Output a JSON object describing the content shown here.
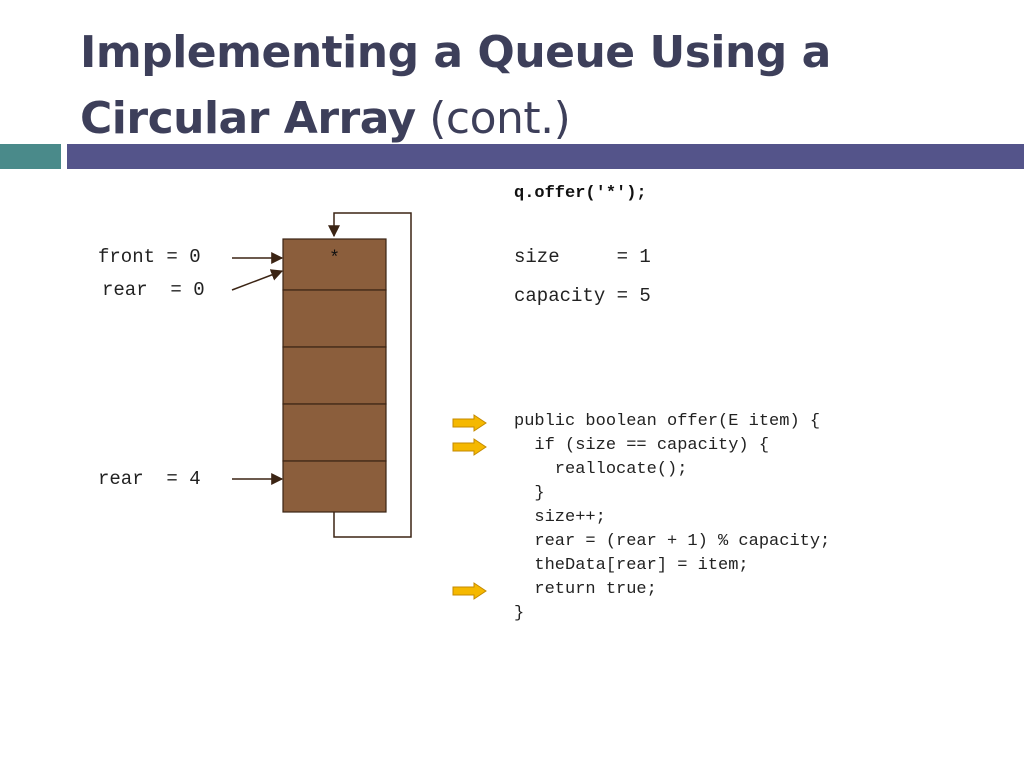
{
  "slide": {
    "title_bold_line1": "Implementing a Queue Using a",
    "title_bold_line2": "Circular Array",
    "title_normal": " (cont.)"
  },
  "colors": {
    "title": "#3d3f5a",
    "bar_left": "#4a8a8a",
    "bar_right": "#54548a",
    "cell_fill": "#8b5e3c",
    "cell_stroke": "#3b2414",
    "pointer_arrow": "#3b2414",
    "indicator_arrow": "#f5b800",
    "indicator_stroke": "#c48a00"
  },
  "array": {
    "capacity": 5,
    "cells": [
      "*",
      "",
      "",
      "",
      ""
    ]
  },
  "labels": {
    "front": "front = 0",
    "rear_old": "rear  = 0",
    "rear_new": "rear  = 4"
  },
  "call": "q.offer('*');",
  "state": {
    "size": "size     = 1",
    "capacity": "capacity = 5"
  },
  "code": [
    "public boolean offer(E item) {",
    "  if (size == capacity) {",
    "    reallocate();",
    "  }",
    "  size++;",
    "  rear = (rear + 1) % capacity;",
    "  theData[rear] = item;",
    "  return true;",
    "}"
  ],
  "indicators": [
    0,
    1,
    7
  ]
}
